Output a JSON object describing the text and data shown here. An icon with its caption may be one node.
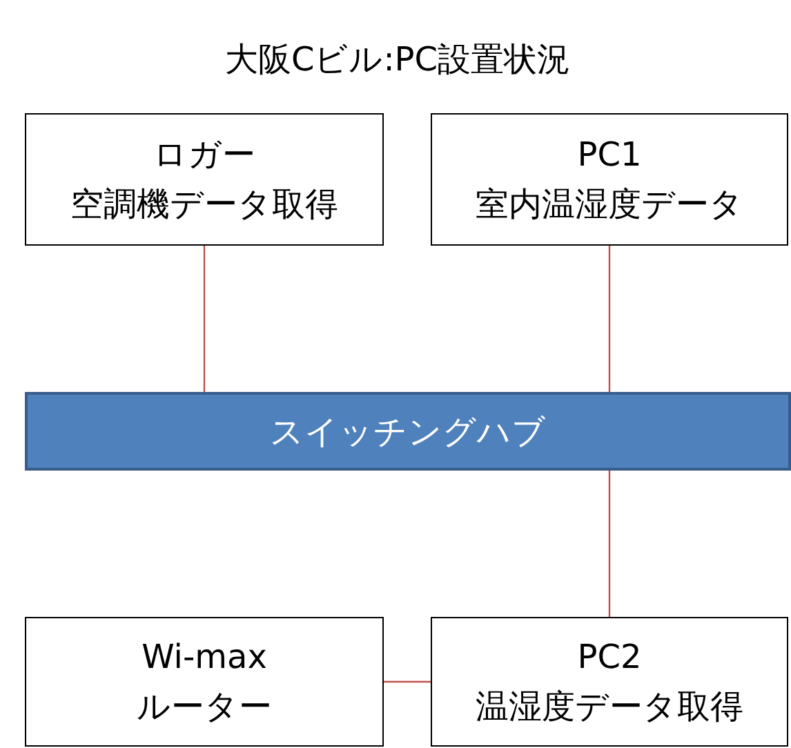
{
  "diagram": {
    "title": "大阪Cビル:PC設置状況",
    "nodes": [
      {
        "text": [
          "ロガー",
          "空調機データ取得"
        ]
      },
      {
        "text": [
          "PC1",
          "室内温湿度データ"
        ]
      },
      {
        "text": [
          "スイッチングハブ"
        ]
      },
      {
        "text": [
          "Wi-max",
          "ルーター"
        ]
      },
      {
        "text": [
          "PC2",
          "温湿度データ取得"
        ]
      }
    ],
    "edges": [
      {
        "from": 0,
        "to": 2,
        "arrow": "none"
      },
      {
        "from": 1,
        "to": 2,
        "arrow": "none"
      },
      {
        "from": 2,
        "to": 4,
        "arrow": "none"
      },
      {
        "from": 3,
        "to": 4,
        "arrow": "none"
      }
    ]
  }
}
